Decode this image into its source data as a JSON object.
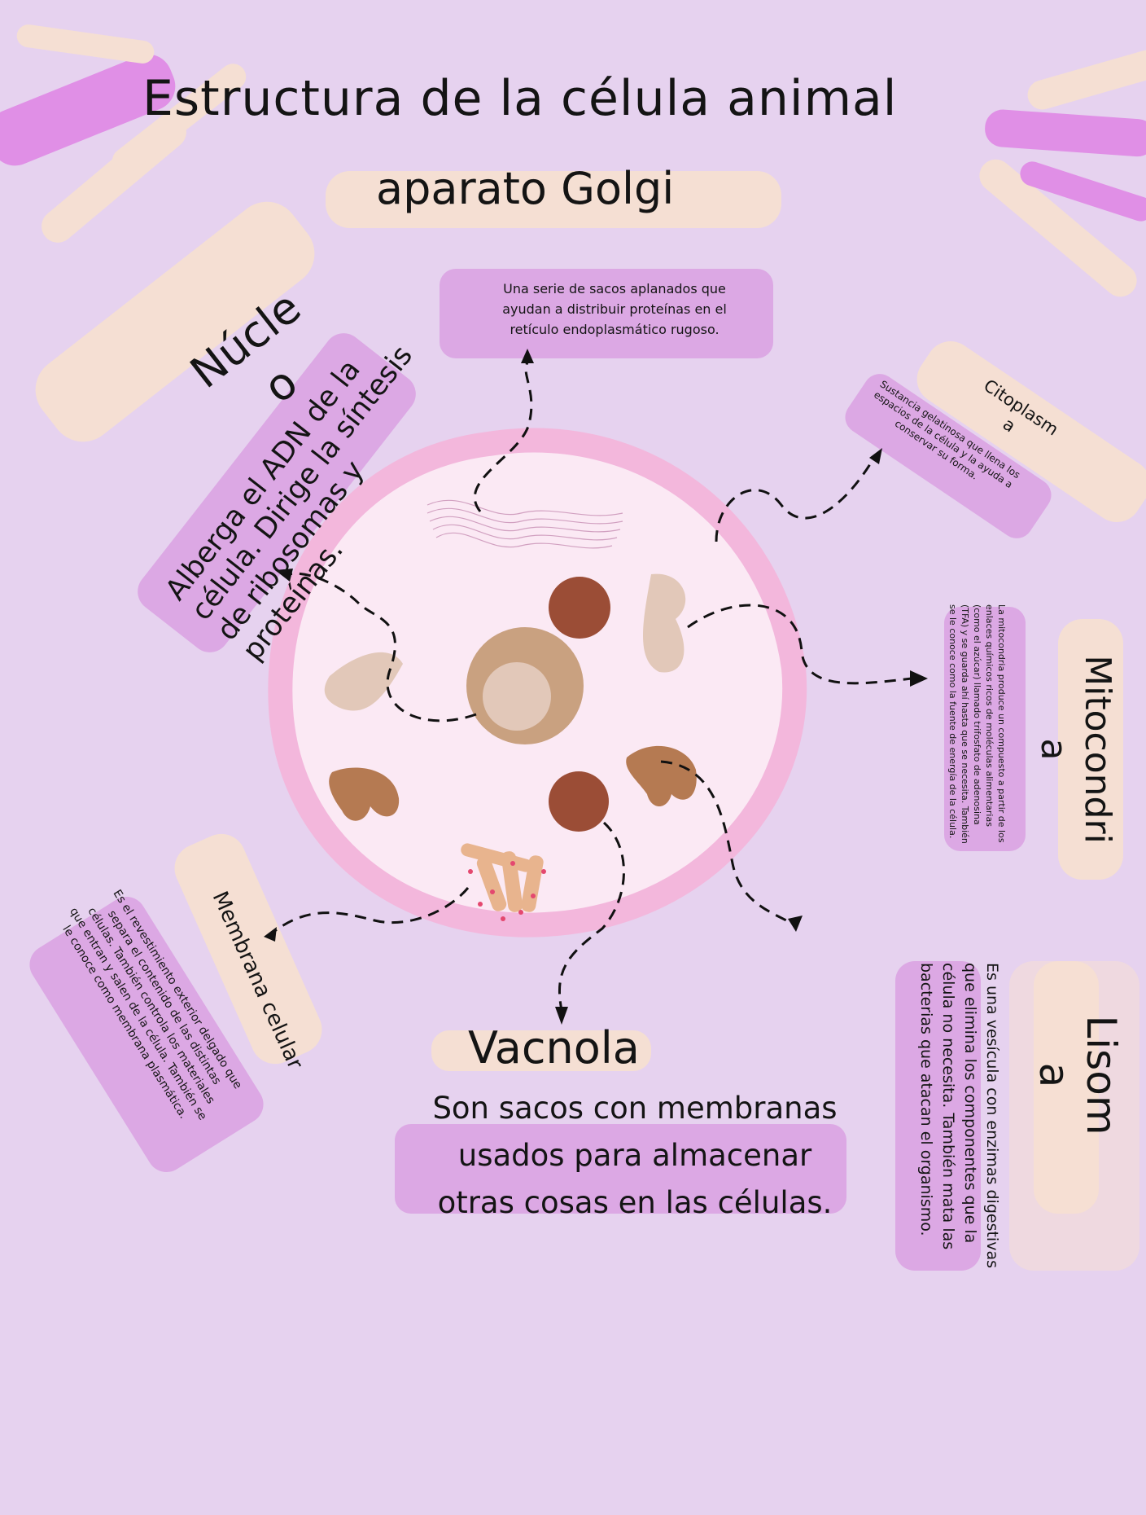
{
  "title": "Estructura de la célula animal",
  "colors": {
    "background": "#e6d2ef",
    "pink_stroke": "#e08fe6",
    "peach_stroke": "#f5dfd3",
    "orchid_stroke": "#dca8e4",
    "cell_fill": "#fbe9f4",
    "cell_ring": "#f3b7dc",
    "brown_dark": "#9b4d36",
    "brown_mid": "#b57a52",
    "tan": "#e2c8b9",
    "nucleus": "#c9a180",
    "text": "#141414"
  },
  "labels": {
    "golgi": {
      "title": "aparato Golgi",
      "desc": "Una serie de sacos aplanados que\nayudan a distribuir proteínas en el\nretículo endoplasmático rugoso."
    },
    "nucleo": {
      "title": "Núcle\no",
      "desc": "Alberga el ADN de la\ncélula. Dirige la síntesis\nde ribosomas y proteínas."
    },
    "citoplasma": {
      "title": "Citoplasm\na",
      "desc": "Sustancia gelatinosa que llena los\nespacios de la célula y la ayuda a\nconservar su forma."
    },
    "mitocondria": {
      "title": "Mitocondri\na",
      "desc": "La mitocondria produce un compuesto a partir de los\nenlaces químicos ricos de moléculas alimentarias\n(como el azúcar) llamado trifosfato de adenosina\n(TFA) y se guarda ahí hasta que se necesita. También\nse le conoce como la fuente de energía de la célula."
    },
    "membrana": {
      "title": "Membrana celular",
      "desc": "Es el revestimiento exterior delgado que\nsepara el contenido de las distintas\ncélulas. También controla los materiales\nque entran y salen de la célula. También se\nle conoce como membrana plasmática."
    },
    "vacuola": {
      "title": "Vacnola",
      "desc": "Son sacos con membranas\nusados para almacenar\notras cosas en las células."
    },
    "lisosoma": {
      "title": "Lisom\na",
      "desc": "Es una vesícula con enzimas digestivas\nque elimina los componentes que la\ncélula no necesita. También mata las\nbacterias que atacan el organismo."
    }
  }
}
